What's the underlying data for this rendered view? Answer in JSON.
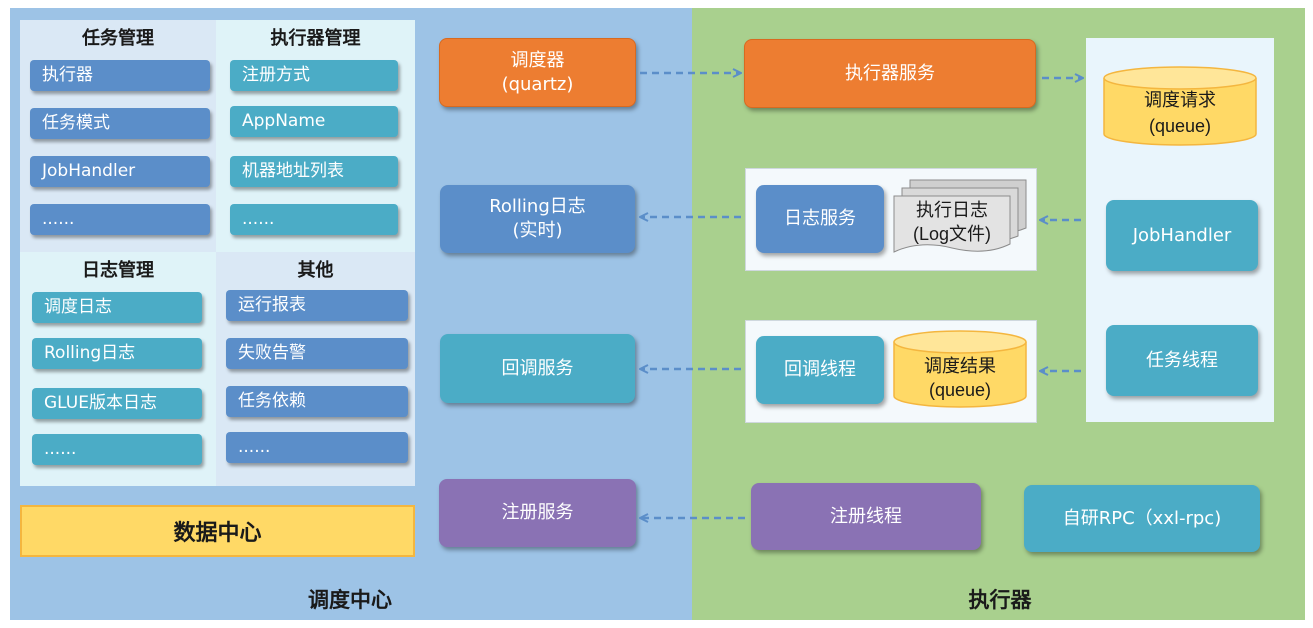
{
  "scheduler_center": {
    "title": "调度中心",
    "task_mgmt": {
      "title": "任务管理",
      "items": [
        "执行器",
        "任务模式",
        "JobHandler",
        "......"
      ]
    },
    "executor_mgmt": {
      "title": "执行器管理",
      "items": [
        "注册方式",
        "AppName",
        "机器地址列表",
        "......"
      ]
    },
    "log_mgmt": {
      "title": "日志管理",
      "items": [
        "调度日志",
        "Rolling日志",
        "GLUE版本日志",
        "......"
      ]
    },
    "other": {
      "title": "其他",
      "items": [
        "运行报表",
        "失败告警",
        "任务依赖",
        "......"
      ]
    },
    "data_center": "数据中心",
    "scheduler": "调度器\n(quartz)",
    "rolling_log": "Rolling日志\n(实时)",
    "callback_service": "回调服务",
    "registry_service": "注册服务"
  },
  "executor": {
    "title": "执行器",
    "executor_service": "执行器服务",
    "log_service": "日志服务",
    "log_file": "执行日志\n(Log文件)",
    "callback_thread": "回调线程",
    "schedule_result": "调度结果\n(queue)",
    "registry_thread": "注册线程",
    "rpc": "自研RPC（xxl-rpc)",
    "schedule_request": "调度请求\n(queue)",
    "job_handler": "JobHandler",
    "task_thread": "任务线程"
  },
  "colors": {
    "left_bg": "#9dc3e6",
    "right_bg": "#a9d08e",
    "orange": "#ed7d31",
    "blue": "#5b8ec9",
    "teal": "#4bacc6",
    "purple": "#8a72b4",
    "yellow": "#ffd966",
    "arrow": "#5b8ec9"
  }
}
